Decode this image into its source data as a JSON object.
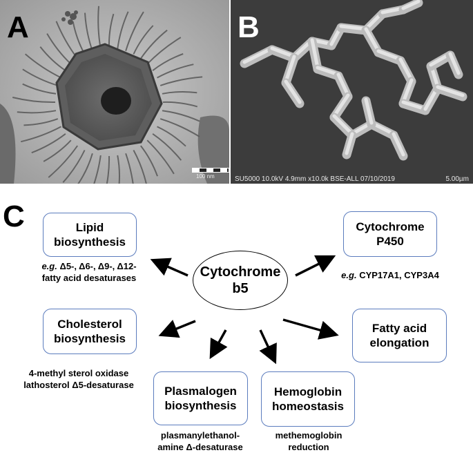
{
  "panels": {
    "a": {
      "letter": "A",
      "scale_label": "100 nm"
    },
    "b": {
      "letter": "B",
      "sem_info": "SU5000 10.0kV 4.9mm x10.0k BSE-ALL 07/10/2019",
      "sem_scale": "5.00µm"
    },
    "c": {
      "letter": "C"
    }
  },
  "diagram": {
    "center": "Cytochrome\nb5",
    "nodes": {
      "lipid": {
        "label": "Lipid\nbiosynthesis",
        "caption_prefix": "e.g.",
        "caption": "Δ5-, Δ6-, Δ9-, Δ12-\nfatty acid desaturases"
      },
      "p450": {
        "label": "Cytochrome\nP450",
        "caption_prefix": "e.g.",
        "caption": "CYP17A1, CYP3A4"
      },
      "cholesterol": {
        "label": "Cholesterol\nbiosynthesis",
        "caption": "4-methyl sterol oxidase\nlathosterol Δ5-desaturase"
      },
      "fatty": {
        "label": "Fatty acid\nelongation"
      },
      "plasmalogen": {
        "label": "Plasmalogen\nbiosynthesis",
        "caption": "plasmanylethanol-\namine Δ-desaturase"
      },
      "hemoglobin": {
        "label": "Hemoglobin\nhomeostasis",
        "caption": "methemoglobin\nreduction"
      }
    }
  }
}
